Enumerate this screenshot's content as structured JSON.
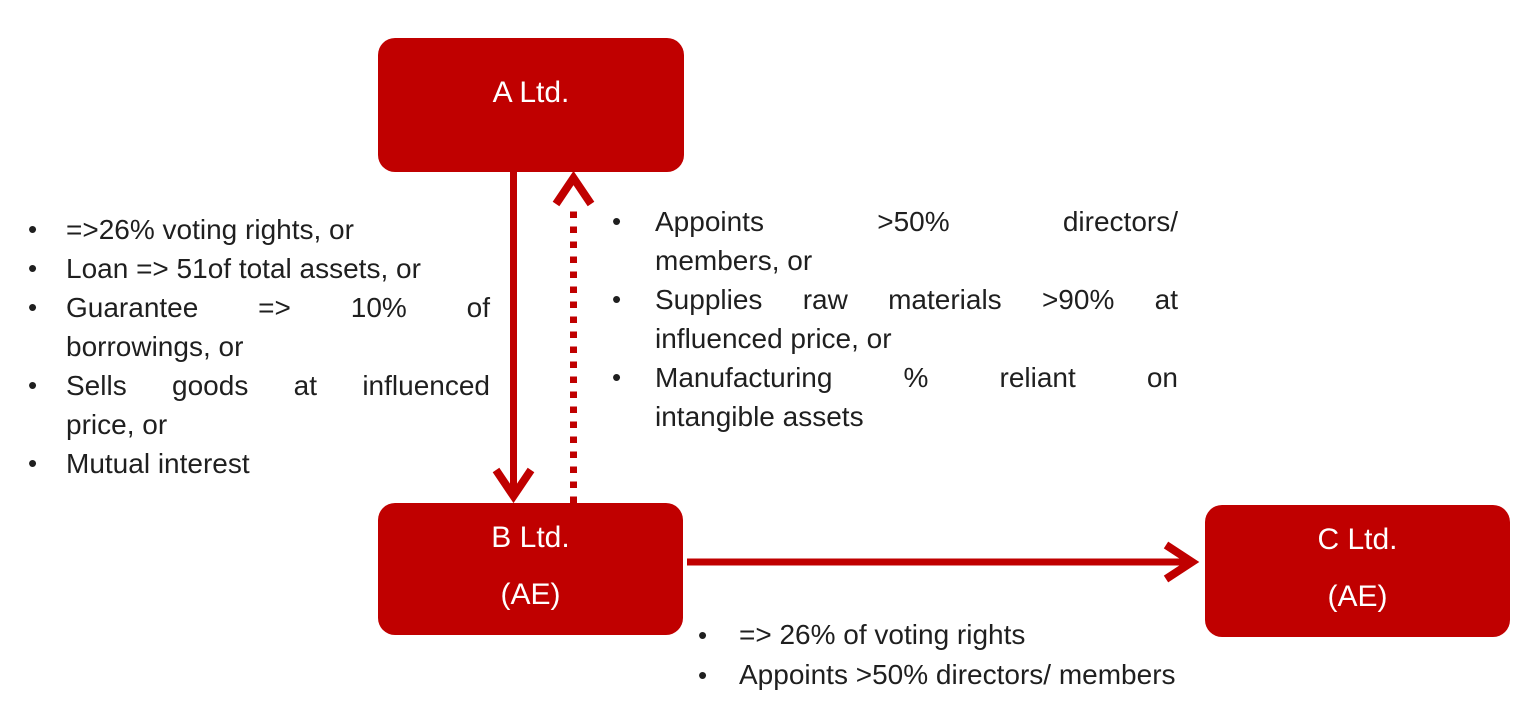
{
  "colors": {
    "accent": "#c00000",
    "text": "#1f1f1f",
    "node_text": "#ffffff",
    "background": "#ffffff"
  },
  "ui": {
    "bullet": "•"
  },
  "nodes": {
    "a": {
      "title": "A Ltd."
    },
    "b": {
      "title": "B Ltd.",
      "subtitle": "(AE)"
    },
    "c": {
      "title": "C Ltd.",
      "subtitle": "(AE)"
    }
  },
  "arrows": [
    {
      "name": "a-to-b",
      "style": "solid",
      "direction": "down"
    },
    {
      "name": "b-to-a",
      "style": "dotted",
      "direction": "up"
    },
    {
      "name": "b-to-c",
      "style": "solid",
      "direction": "right"
    }
  ],
  "lists": {
    "ab_relation": {
      "items": [
        {
          "lines": [
            "=>26% voting rights, or"
          ]
        },
        {
          "lines": [
            "Loan => 51of total assets, or"
          ]
        },
        {
          "lines": [
            "Guarantee => 10% of",
            "borrowings, or"
          ]
        },
        {
          "lines": [
            "Sells goods at influenced",
            "price, or"
          ]
        },
        {
          "lines": [
            "Mutual interest"
          ]
        }
      ]
    },
    "ba_relation": {
      "items": [
        {
          "lines": [
            "Appoints >50% directors/",
            "members, or"
          ]
        },
        {
          "lines": [
            "Supplies raw materials >90% at",
            "influenced price, or"
          ]
        },
        {
          "lines": [
            "Manufacturing % reliant on",
            "intangible assets"
          ]
        }
      ]
    },
    "bc_relation": {
      "items": [
        {
          "lines": [
            "=> 26% of voting rights"
          ]
        },
        {
          "lines": [
            "Appoints >50% directors/ members"
          ]
        }
      ]
    }
  }
}
